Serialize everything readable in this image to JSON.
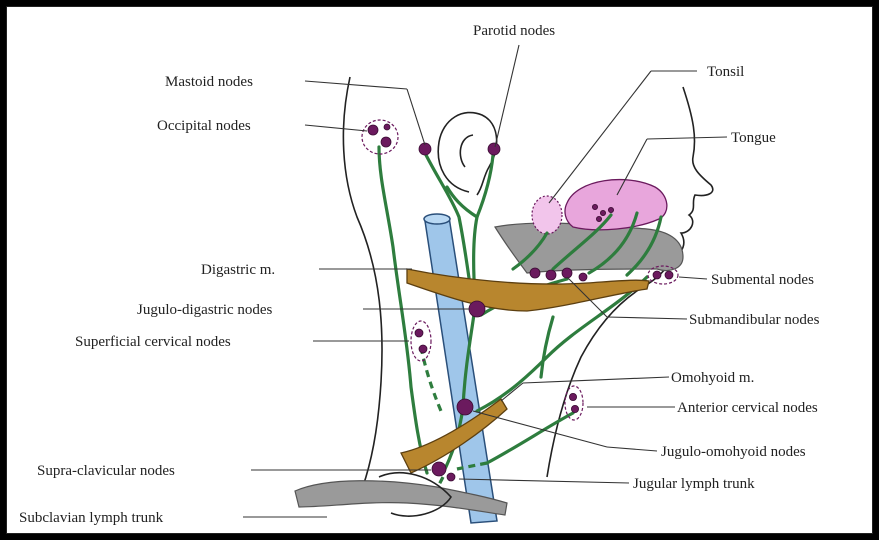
{
  "labels": {
    "parotid": "Parotid nodes",
    "tonsil": "Tonsil",
    "mastoid": "Mastoid nodes",
    "occipital": "Occipital nodes",
    "tongue": "Tongue",
    "digastric": "Digastric m.",
    "submental": "Submental nodes",
    "jugulo_digastric": "Jugulo-digastric nodes",
    "submandibular": "Submandibular nodes",
    "superficial_cervical": "Superficial cervical nodes",
    "omohyoid": "Omohyoid m.",
    "anterior_cervical": "Anterior cervical nodes",
    "jugulo_omohyoid": "Jugulo-omohyoid nodes",
    "supra_clavicular": "Supra-clavicular nodes",
    "jugular_trunk": "Jugular lymph trunk",
    "subclavian_trunk": "Subclavian lymph trunk"
  },
  "colors": {
    "node": "#6b1a5e",
    "vessel": "#2e7d3e",
    "vein": "#9fc6ea",
    "muscle": "#b8862e",
    "jaw": "#9a9a9a",
    "tongue": "#e8a6dc",
    "frame": "#000000"
  }
}
